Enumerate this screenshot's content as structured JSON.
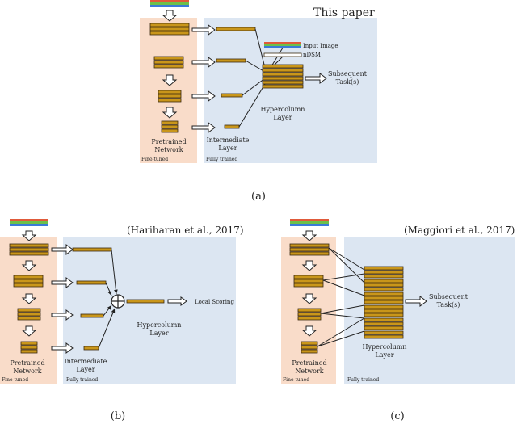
{
  "panel_a": {
    "title": "This paper",
    "input_image": "Input Image",
    "ndsm": "nDSM",
    "subsequent": [
      "Subsequent",
      "Task(s)"
    ],
    "hypercolumn": [
      "Hypercolumn",
      "Layer"
    ],
    "intermediate": [
      "Intermediate",
      "Layer"
    ],
    "pretrained": [
      "Pretrained",
      "Network"
    ],
    "fine_tuned": "Fine-tuned",
    "fully_trained": "Fully trained",
    "caption": "(a)"
  },
  "panel_b": {
    "title": "(Hariharan et al., 2017)",
    "local_scoring": "Local Scoring",
    "hypercolumn": [
      "Hypercolumn",
      "Layer"
    ],
    "intermediate": [
      "Intermediate",
      "Layer"
    ],
    "pretrained": [
      "Pretrained",
      "Network"
    ],
    "fine_tuned": "Fine-tuned",
    "fully_trained": "Fully trained",
    "caption": "(b)"
  },
  "panel_c": {
    "title": "(Maggiori et al., 2017)",
    "subsequent": [
      "Subsequent",
      "Task(s)"
    ],
    "hypercolumn": [
      "Hypercolumn",
      "Layer"
    ],
    "pretrained": [
      "Pretrained",
      "Network"
    ],
    "fine_tuned": "Fine-tuned",
    "fully_trained": "Fully trained",
    "caption": "(c)"
  },
  "colors": {
    "fine_tuned_bg": "#f9dcc9",
    "fully_trained_bg": "#dce6f2",
    "block_fill": "#c9961a",
    "block_edge": "#3a2a10",
    "rgb_stripes": [
      "#e05a3a",
      "#6cc04a",
      "#3a7ad8"
    ]
  }
}
